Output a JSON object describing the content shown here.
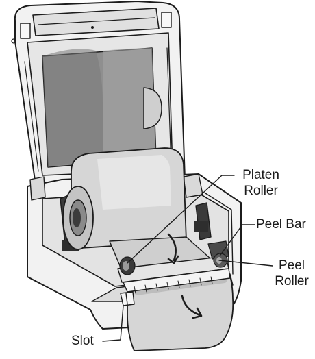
{
  "figure": {
    "subject": "label printer, lid open, media roll loaded",
    "callouts": {
      "platen_line1": "Platen",
      "platen_line2": "Roller",
      "peel_bar": "Peel Bar",
      "peel_roller_line1": "Peel",
      "peel_roller_line2": "Roller",
      "slot": "Slot"
    }
  },
  "colors": {
    "outline": "#1c1c1c",
    "body": "#f2f2f2",
    "media": "#d6d6d6",
    "media_dark": "#b9b9b9",
    "interior": "#8f8f8f",
    "shadow": "#5a5a5a"
  }
}
